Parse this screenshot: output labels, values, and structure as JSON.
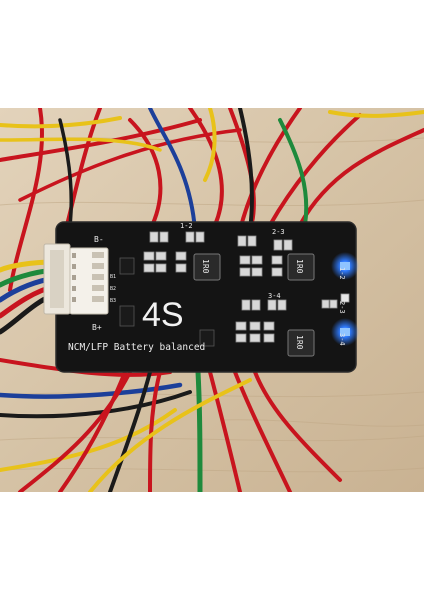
{
  "board": {
    "title": "4S",
    "subtitle": "NCM/LFP Battery balanced",
    "label_b_minus": "B-",
    "label_b_plus": "B+",
    "pin_labels": [
      "B1",
      "B2",
      "B3"
    ],
    "inductor_label": "1R0",
    "pair_labels": [
      "1-2",
      "2-3",
      "3-4"
    ]
  },
  "colors": {
    "pcb": "#141414",
    "wood": "#d7c5aa",
    "led_blue": "#1e6bff",
    "wire_red": "#c8141e",
    "wire_yellow": "#e8c21a",
    "wire_blue": "#1c3f9a",
    "wire_green": "#1e8a3c",
    "wire_black": "#1a1a1a"
  }
}
